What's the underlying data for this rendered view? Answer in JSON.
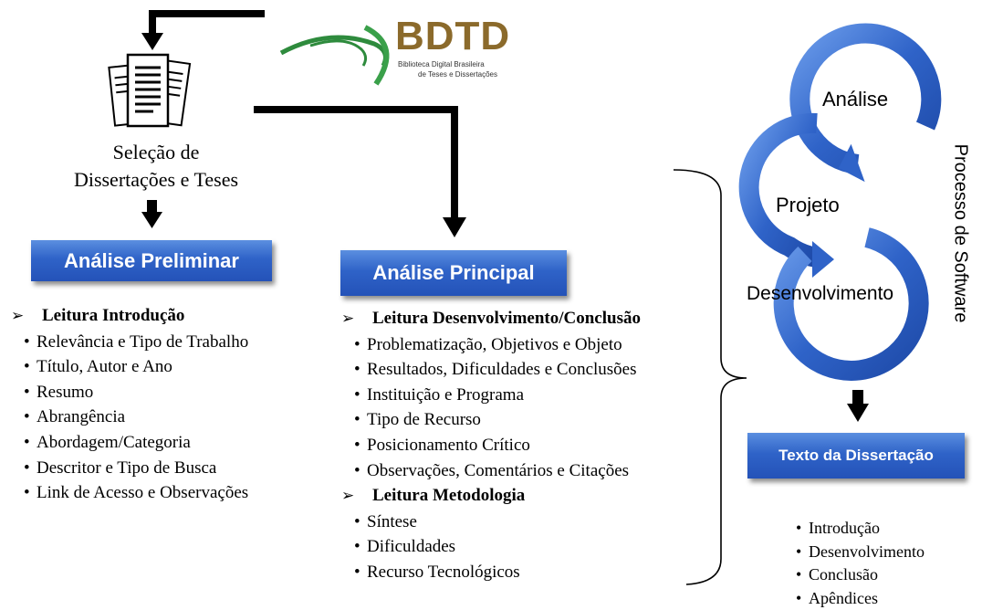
{
  "logo": {
    "name": "BDTD",
    "subtitle_line1": "Biblioteca Digital Brasileira",
    "subtitle_line2": "de Teses e Dissertações",
    "colors": {
      "text": "#8b6a2b",
      "swoosh": "#2e8b3d"
    }
  },
  "selection": {
    "line1": "Seleção de",
    "line2": "Dissertações e Teses"
  },
  "preliminar": {
    "title": "Análise Preliminar",
    "heading": "Leitura Introdução",
    "items": [
      "Relevância e Tipo de Trabalho",
      "Título, Autor e Ano",
      "Resumo",
      "Abrangência",
      "Abordagem/Categoria",
      "Descritor e Tipo de Busca",
      "Link de Acesso e Observações"
    ]
  },
  "principal": {
    "title": "Análise Principal",
    "heading1": "Leitura Desenvolvimento/Conclusão",
    "items1": [
      "Problematização, Objetivos e Objeto",
      "Resultados, Dificuldades e Conclusões",
      "Instituição e Programa",
      "Tipo de Recurso",
      "Posicionamento Crítico",
      "Observações, Comentários e Citações"
    ],
    "heading2": "Leitura Metodologia",
    "items2": [
      "Síntese",
      "Dificuldades",
      "Recurso Tecnológicos"
    ]
  },
  "cycle": {
    "stage1": "Análise",
    "stage2": "Projeto",
    "stage3": "Desenvolvimento",
    "side_label": "Processo de Software"
  },
  "texto": {
    "title": "Texto da Dissertação",
    "items": [
      "Introdução",
      "Desenvolvimento",
      "Conclusão",
      "Apêndices"
    ]
  },
  "colors": {
    "box_blue": "#2f63c8",
    "cycle_blue": "#2b5cc8"
  }
}
